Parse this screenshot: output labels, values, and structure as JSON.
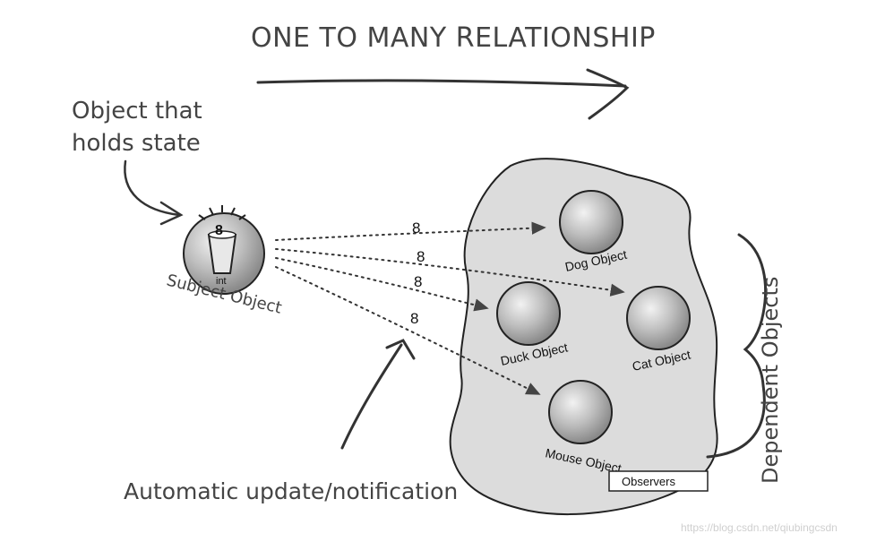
{
  "title": "ONE TO MANY RELATIONSHIP",
  "state_note_line1": "Object that",
  "state_note_line2": "holds state",
  "subject": {
    "label": "Subject Object",
    "value": "8",
    "type_label": "int"
  },
  "notification_values": [
    "8",
    "8",
    "8",
    "8"
  ],
  "dependents": [
    {
      "label": "Dog Object"
    },
    {
      "label": "Duck Object"
    },
    {
      "label": "Cat Object"
    },
    {
      "label": "Mouse Object"
    }
  ],
  "dependents_label": "Dependent Objects",
  "update_label": "Automatic update/notification",
  "observers_label": "Observers",
  "watermark": "https://blog.csdn.net/qiubingcsdn",
  "colors": {
    "ink": "#333333",
    "blob_fill": "#dcdcdc",
    "sphere": "#b9b9b9"
  }
}
